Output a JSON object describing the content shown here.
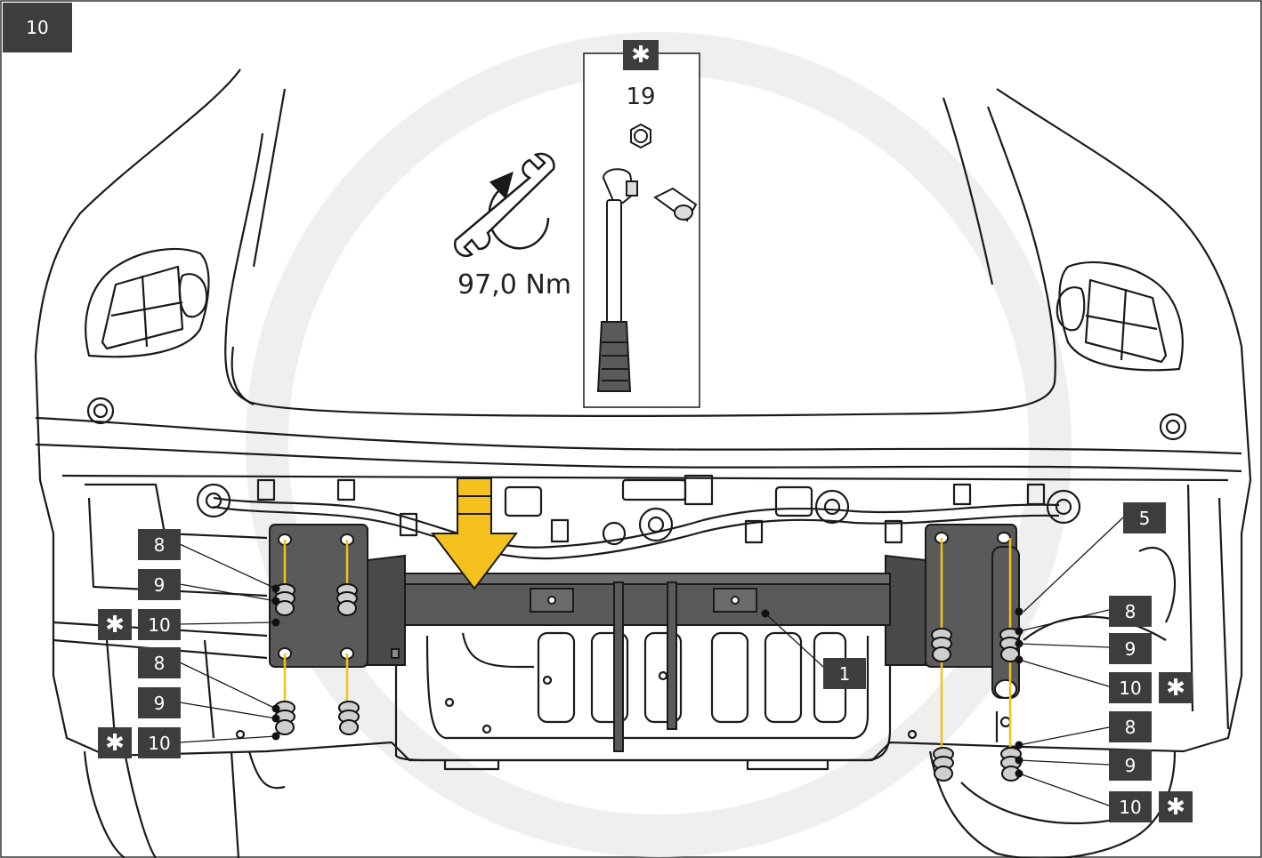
{
  "step_number": "10",
  "tool_box": {
    "badge_symbol": "✱",
    "socket_size": "19"
  },
  "torque": {
    "value": "97,0 Nm"
  },
  "callouts": {
    "c5": "5",
    "c1": "1",
    "left_top": {
      "c8": "8",
      "c9": "9",
      "c10": "10"
    },
    "left_bottom": {
      "c8": "8",
      "c9": "9",
      "c10": "10"
    },
    "right_top": {
      "c8": "8",
      "c9": "9",
      "c10": "10"
    },
    "right_bottom": {
      "c8": "8",
      "c9": "9",
      "c10": "10"
    },
    "star": "✱"
  },
  "colors": {
    "label_bg": "#3d3d3d",
    "bracket": "#5a5a5a",
    "arrow": "#f5c11e",
    "bolt_line": "#f2c21b",
    "line": "#1a1a1a"
  },
  "icons": [
    "torque-wrench-icon",
    "hex-nut-icon",
    "ratchet-icon",
    "socket-icon",
    "down-arrow-icon"
  ]
}
